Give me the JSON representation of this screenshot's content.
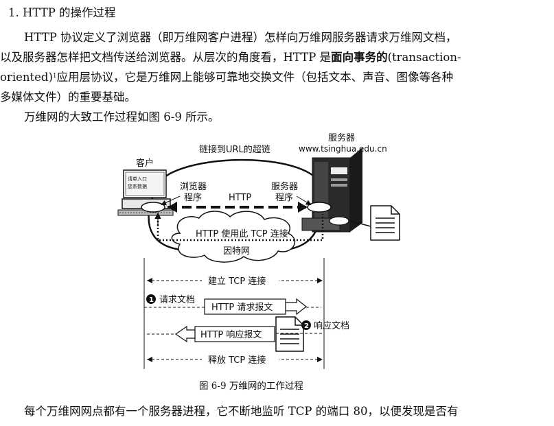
{
  "heading": {
    "number": "1.",
    "title": "HTTP 的操作过程"
  },
  "paragraph1": {
    "line1": "HTTP 协议定义了浏览器（即万维网客户进程）怎样向万维网服务器请求万维网文档，",
    "line2": "以及服务器怎样把文档传送给浏览器。从层次的角度看，HTTP 是",
    "line2_bold": "面向事务的",
    "line2_tail": "(transaction-",
    "line3_head": "oriented)",
    "line3_sup": "1",
    "line3": "应用层协议，它是万维网上能够可靠地交换文件（包括文本、声音、图像等各种",
    "line4": "多媒体文件）的重要基础。"
  },
  "paragraph2": "万维网的大致工作过程如图 6-9 所示。",
  "figure": {
    "client_label": "客户",
    "client_screen_lines": [
      "请单入口",
      "您系数据"
    ],
    "server_label": "服务器",
    "server_host": "www.tsinghua.edu.cn",
    "hyperlink_label": "链接到URL的超链",
    "browser_label_1": "浏览器",
    "browser_label_2": "程序",
    "server_prog_label_1": "服务器",
    "server_prog_label_2": "程序",
    "http_label": "HTTP",
    "tcp_label": "HTTP 使用此 TCP 连接",
    "internet_label": "因特网",
    "establish_label": "建立 TCP 连接",
    "step1_number": "1",
    "step1_label": "请求文档",
    "request_msg": "HTTP 请求报文",
    "step2_number": "2",
    "step2_label": "响应文档",
    "response_msg": "HTTP 响应报文",
    "release_label": "释放 TCP 连接",
    "caption": "图 6-9    万维网的工作过程"
  },
  "paragraph3": "每个万维网网点都有一个服务器进程，它不断地监听 TCP 的端口 80，以便发现是否有"
}
